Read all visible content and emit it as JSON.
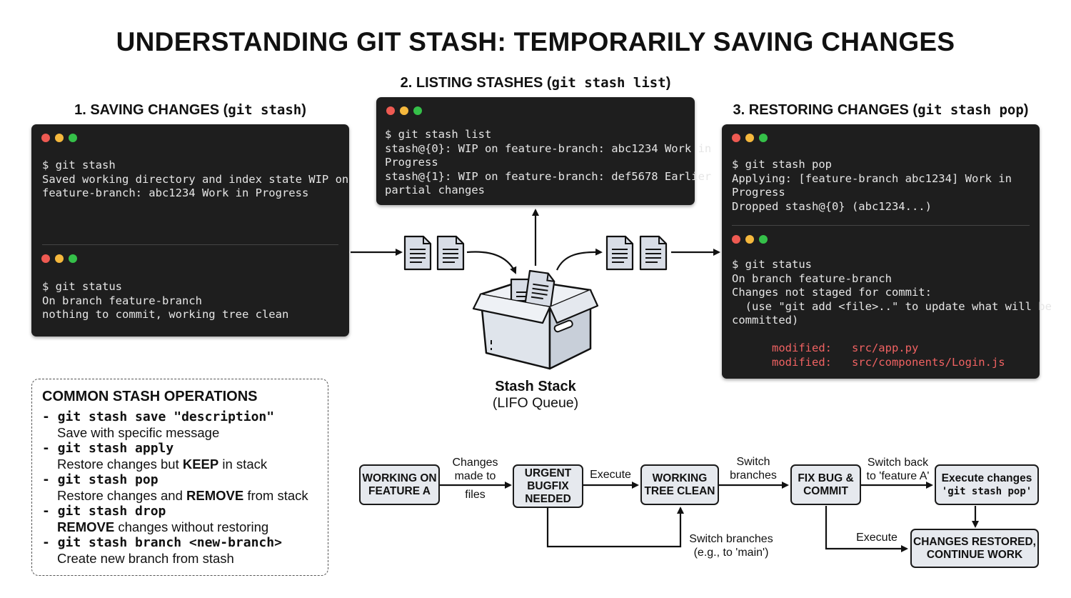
{
  "title": "UNDERSTANDING GIT STASH: TEMPORARILY SAVING CHANGES",
  "sections": {
    "save": {
      "heading": "1. SAVING CHANGES",
      "command": "git stash"
    },
    "list": {
      "heading": "2. LISTING STASHES",
      "command": "git stash list"
    },
    "restore": {
      "heading": "3. RESTORING CHANGES",
      "command": "git stash pop"
    }
  },
  "terminals": {
    "save_stash": [
      "$ git stash",
      "Saved working directory and index state WIP on",
      "feature-branch: abc1234 Work in Progress"
    ],
    "save_status": [
      "$ git status",
      "On branch feature-branch",
      "nothing to commit, working tree clean"
    ],
    "list": [
      "$ git stash list",
      "stash@{0}: WIP on feature-branch: abc1234 Work in",
      "Progress",
      "stash@{1}: WIP on feature-branch: def5678 Earlier",
      "partial changes"
    ],
    "restore_pop": [
      "$ git stash pop",
      "Applying: [feature-branch abc1234] Work in",
      "Progress",
      "Dropped stash@{0} (abc1234...)"
    ],
    "restore_status": [
      "$ git status",
      "On branch feature-branch",
      "Changes not staged for commit:",
      "  (use \"git add <file>..\" to update what will be",
      "committed)",
      ""
    ],
    "restore_modified": [
      "      modified:   src/app.py",
      "      modified:   src/components/Login.js"
    ]
  },
  "stash_stack": {
    "label": "Stash Stack",
    "sublabel": "(LIFO Queue)"
  },
  "operations": {
    "title": "COMMON STASH OPERATIONS",
    "items": [
      {
        "command": "- git stash save \"description\"",
        "desc_before": "Save with specific message",
        "desc_bold": "",
        "desc_after": ""
      },
      {
        "command": "- git stash apply",
        "desc_before": "Restore changes but ",
        "desc_bold": "KEEP",
        "desc_after": " in stack"
      },
      {
        "command": "- git stash pop",
        "desc_before": "Restore changes and ",
        "desc_bold": "REMOVE",
        "desc_after": " from stack"
      },
      {
        "command": "- git stash drop",
        "desc_before": "",
        "desc_bold": "REMOVE",
        "desc_after": " changes without restoring"
      },
      {
        "command": "- git stash branch <new-branch>",
        "desc_before": "Create new branch from stash",
        "desc_bold": "",
        "desc_after": ""
      }
    ]
  },
  "flow": {
    "boxes": {
      "working_on": "WORKING ON\nFEATURE A",
      "urgent": "URGENT\nBUGFIX\nNEEDED",
      "clean": "WORKING\nTREE CLEAN",
      "fix": "FIX BUG &\nCOMMIT",
      "execute_text": "Execute changes",
      "execute_cmd": "'git stash pop'",
      "restored": "CHANGES RESTORED,\nCONTINUE WORK"
    },
    "labels": {
      "changes_made": "Changes\nmade to",
      "files": "files",
      "execute1": "Execute",
      "switch1": "Switch\nbranches",
      "switch_back": "Switch back\nto 'feature A'",
      "switch_main": "Switch branches\n(e.g., to 'main')",
      "execute2": "Execute"
    }
  }
}
